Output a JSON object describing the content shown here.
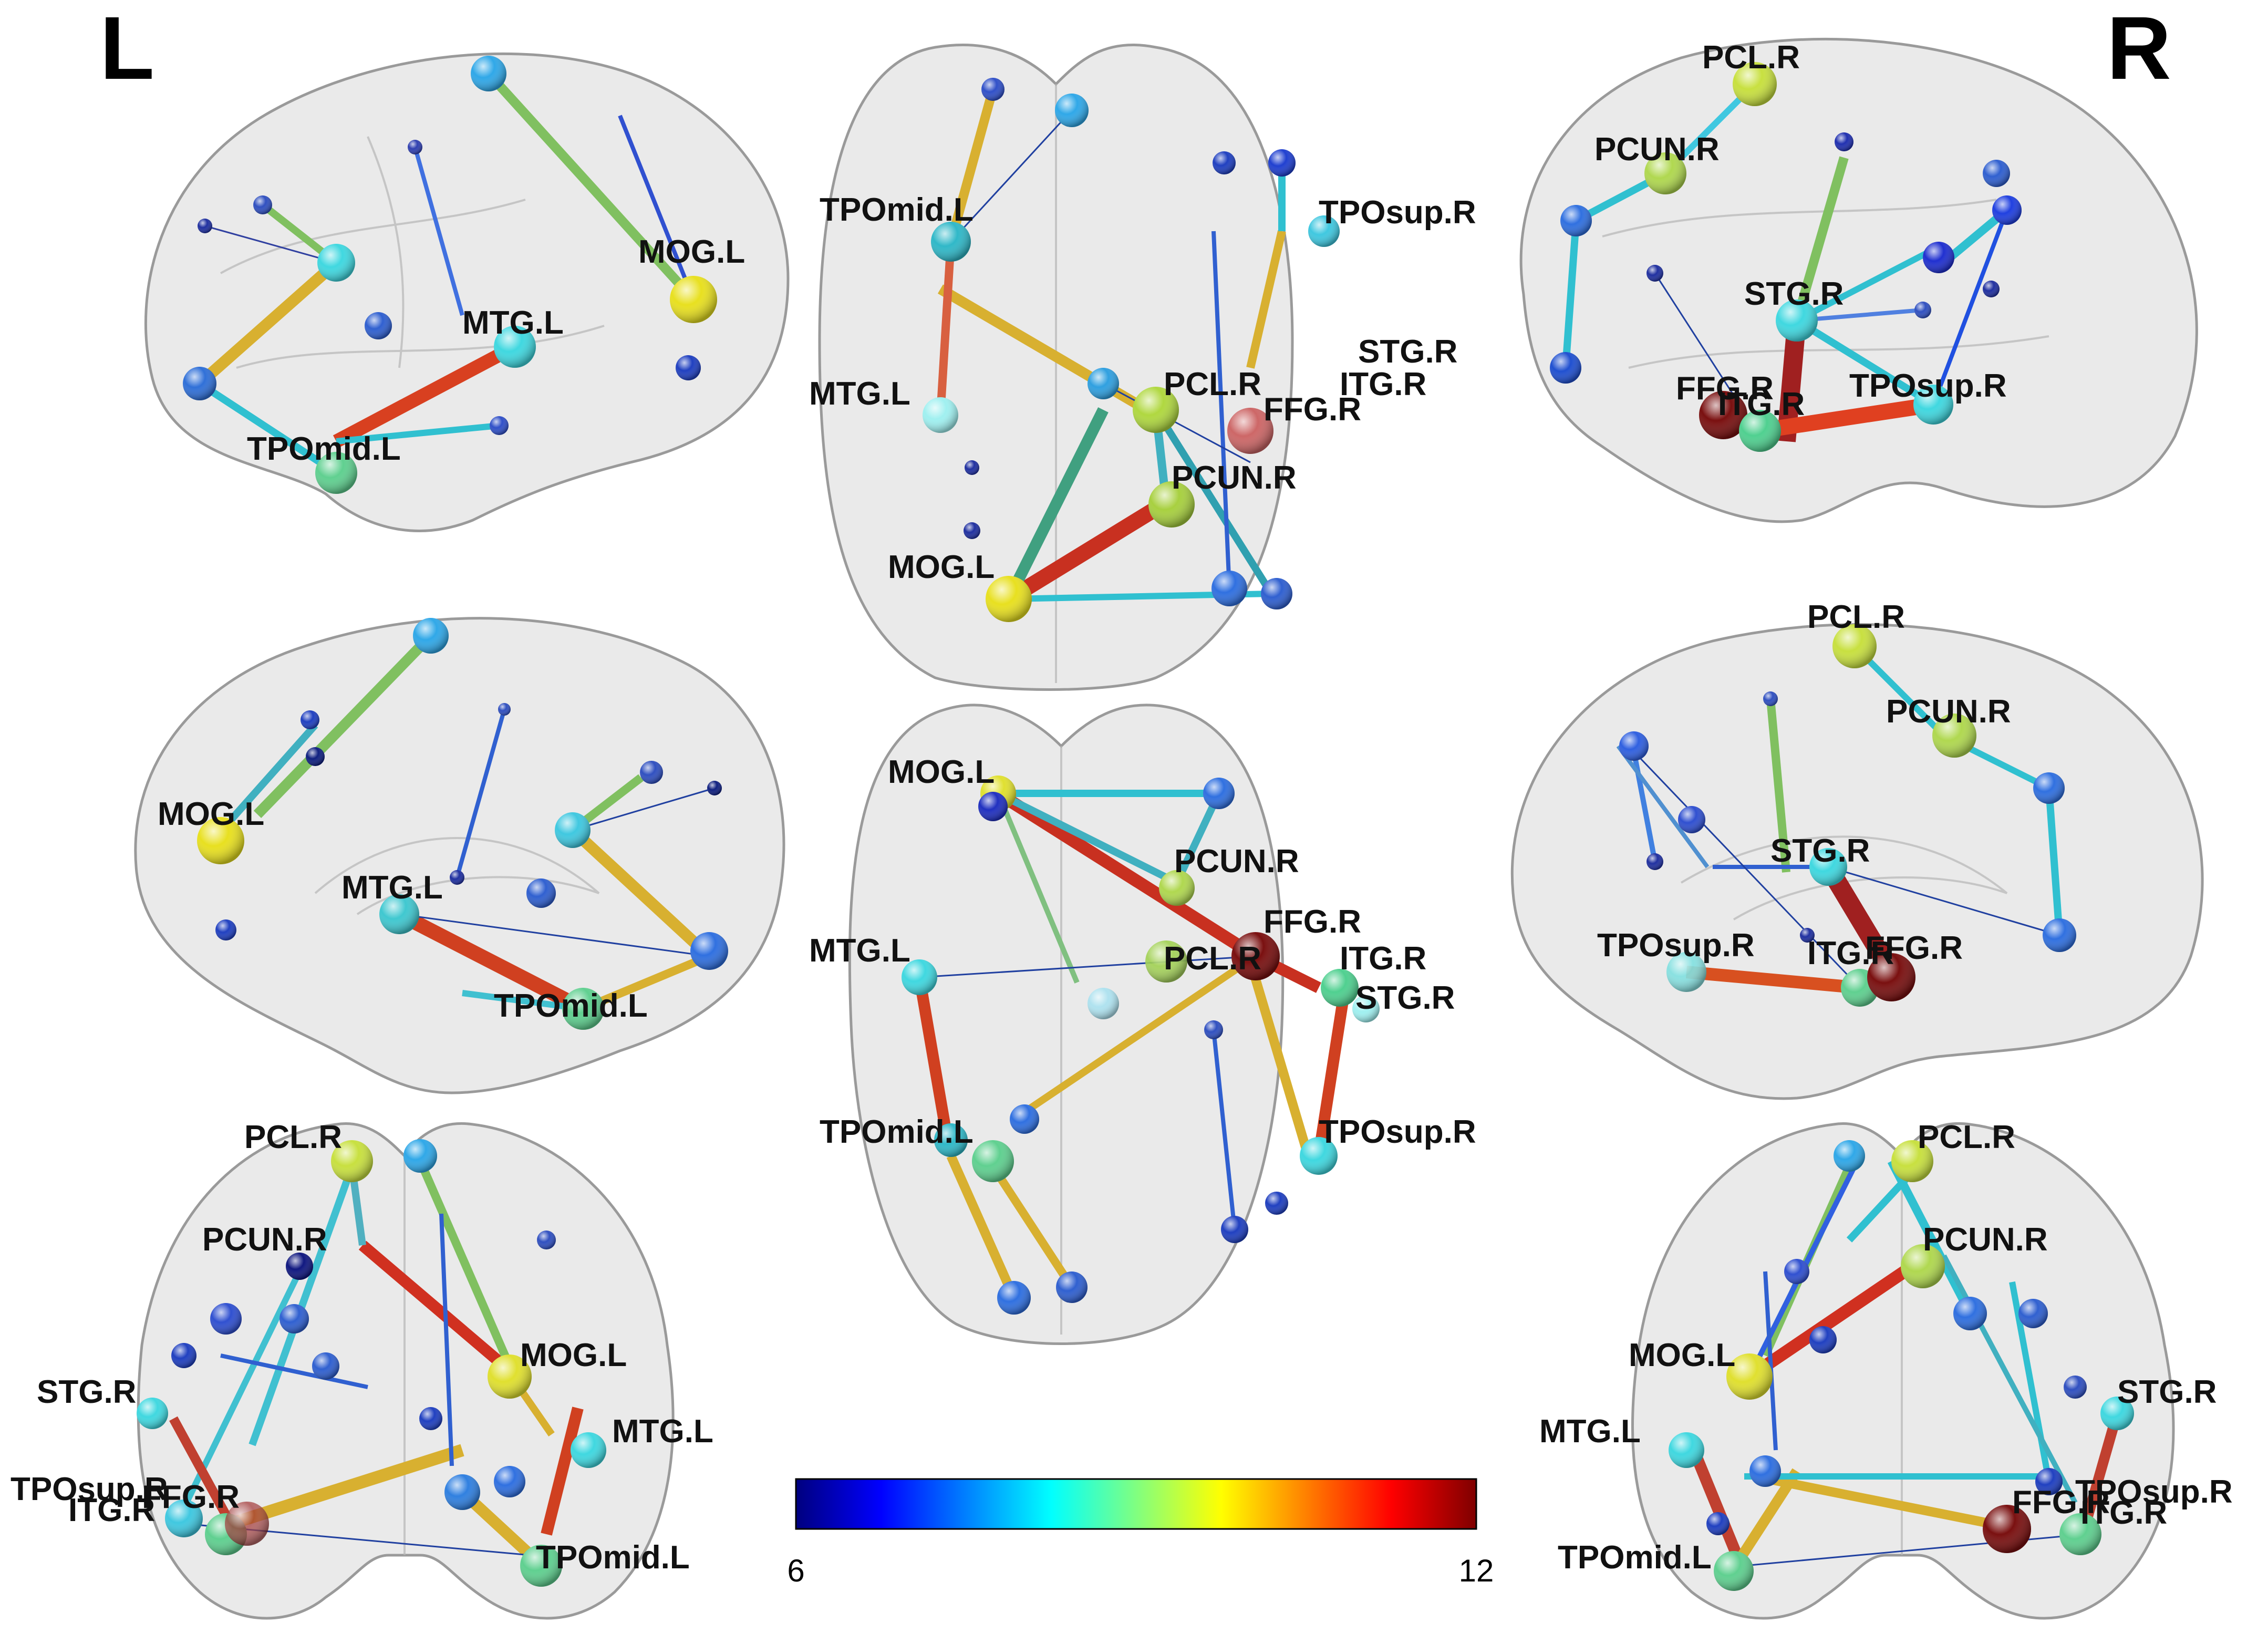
{
  "hemisphere_labels": {
    "left": "L",
    "right": "R"
  },
  "colorbar": {
    "min_label": "6",
    "max_label": "12",
    "stops": [
      "#00007f",
      "#0000ff",
      "#0080ff",
      "#00ffff",
      "#80ff80",
      "#ffff00",
      "#ff8000",
      "#ff0000",
      "#7f0000"
    ]
  },
  "views": {
    "left_lateral_top": {
      "labels": [
        "MOG.L",
        "MTG.L",
        "TPOmid.L"
      ]
    },
    "axial_top": {
      "labels": [
        "TPOmid.L",
        "TPOsup.R",
        "STG.R",
        "MTG.L",
        "PCL.R",
        "ITG.R",
        "FFG.R",
        "PCUN.R",
        "MOG.L"
      ]
    },
    "right_lateral_top": {
      "labels": [
        "PCL.R",
        "PCUN.R",
        "STG.R",
        "FFG.R",
        "ITG.R",
        "TPOsup.R"
      ]
    },
    "left_medial": {
      "labels": [
        "MOG.L",
        "MTG.L",
        "TPOmid.L"
      ]
    },
    "axial_bottom": {
      "labels": [
        "MOG.L",
        "PCUN.R",
        "FFG.R",
        "MTG.L",
        "PCL.R",
        "ITG.R",
        "STG.R",
        "TPOmid.L",
        "TPOsup.R"
      ]
    },
    "right_medial": {
      "labels": [
        "PCL.R",
        "PCUN.R",
        "STG.R",
        "TPOsup.R",
        "ITG.R",
        "FFG.R"
      ]
    },
    "coronal_front": {
      "labels": [
        "PCL.R",
        "PCUN.R",
        "MOG.L",
        "STG.R",
        "MTG.L",
        "TPOsup.R",
        "ITG.R",
        "FFG.R",
        "TPOmid.L"
      ]
    },
    "coronal_back": {
      "labels": [
        "PCL.R",
        "PCUN.R",
        "MOG.L",
        "STG.R",
        "MTG.L",
        "FFG.R",
        "TPOsup.R",
        "ITG.R",
        "TPOmid.L"
      ]
    }
  }
}
